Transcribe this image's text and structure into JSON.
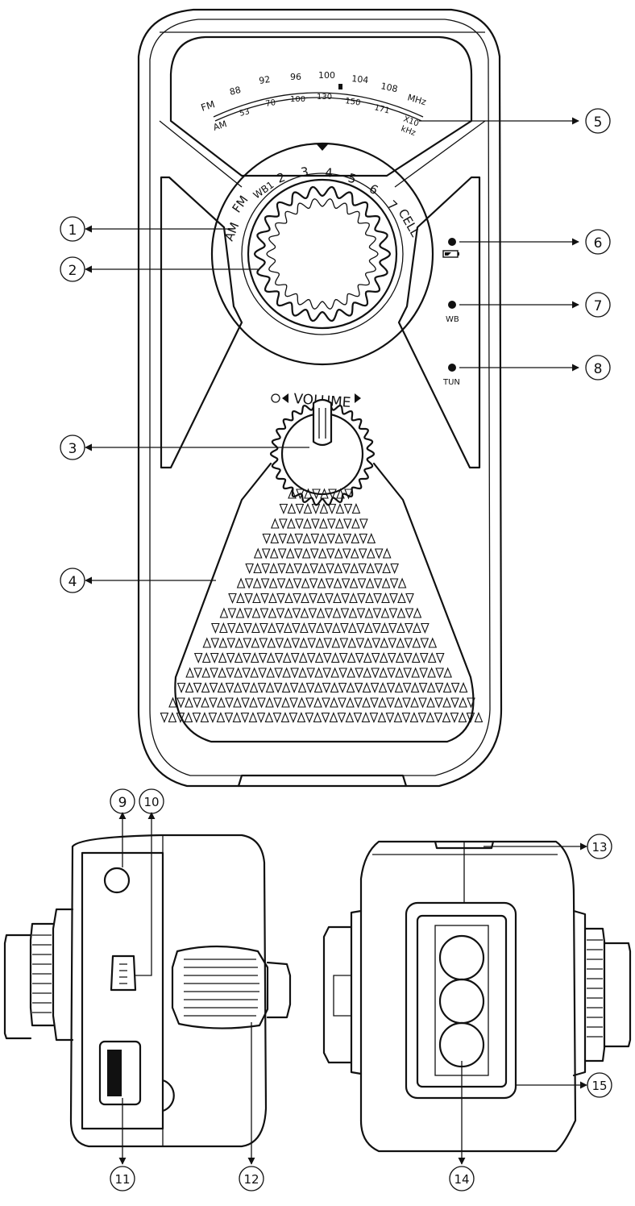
{
  "dial": {
    "fm_label": "FM",
    "am_label": "AM",
    "fm_ticks": [
      "88",
      "92",
      "96",
      "100",
      "104",
      "108"
    ],
    "am_ticks": [
      "53",
      "70",
      "100",
      "130",
      "150",
      "171"
    ],
    "mhz_unit": "MHz",
    "khz_unit_1": "X10",
    "khz_unit_2": "kHz"
  },
  "band_labels": [
    "AM",
    "FM",
    "WB1",
    "2",
    "3",
    "4",
    "5",
    "6",
    "7",
    "CELL"
  ],
  "volume_label": "VOLUME",
  "indicators": [
    {
      "label": ""
    },
    {
      "label": "WB"
    },
    {
      "label": "TUN"
    }
  ],
  "callouts": [
    "1",
    "2",
    "3",
    "4",
    "5",
    "6",
    "7",
    "8",
    "9",
    "10",
    "11",
    "12",
    "13",
    "14",
    "15"
  ]
}
